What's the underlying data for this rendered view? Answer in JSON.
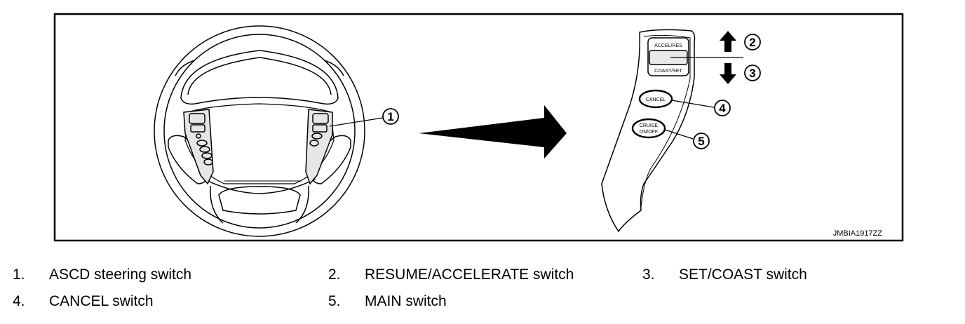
{
  "figure": {
    "code": "JMBIA1917ZZ",
    "callouts": [
      "1",
      "2",
      "3",
      "4",
      "5"
    ],
    "switch_labels": {
      "accel_res": "ACCEL/RES",
      "coast_set": "COAST/SET",
      "cancel": "CANCEL",
      "cruise_line1": "CRUISE",
      "cruise_line2": "ON/OFF"
    },
    "arrow_icons": [
      "arrow-up-icon",
      "arrow-down-icon",
      "pointer-arrow-icon"
    ]
  },
  "legend": [
    {
      "num": "1.",
      "text": "ASCD steering switch"
    },
    {
      "num": "2.",
      "text": "RESUME/ACCELERATE switch"
    },
    {
      "num": "3.",
      "text": "SET/COAST switch"
    },
    {
      "num": "4.",
      "text": "CANCEL switch"
    },
    {
      "num": "5.",
      "text": "MAIN switch"
    }
  ]
}
